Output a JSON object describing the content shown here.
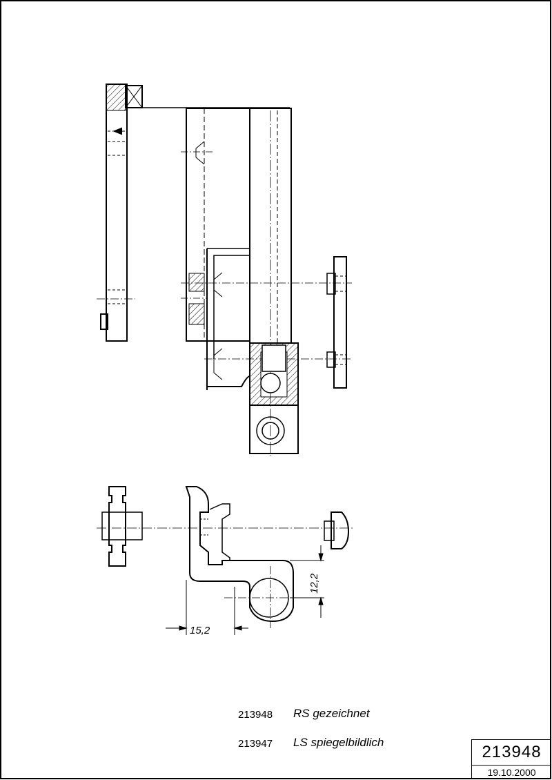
{
  "drawing": {
    "number": "213948",
    "date": "19.10.2000"
  },
  "dimensions": {
    "horizontal": "15,2",
    "vertical": "12,2"
  },
  "legend": [
    {
      "number": "213948",
      "text": "RS gezeichnet"
    },
    {
      "number": "213947",
      "text": "LS spiegelbildlich"
    }
  ],
  "colors": {
    "line": "#000000",
    "background": "#ffffff"
  }
}
